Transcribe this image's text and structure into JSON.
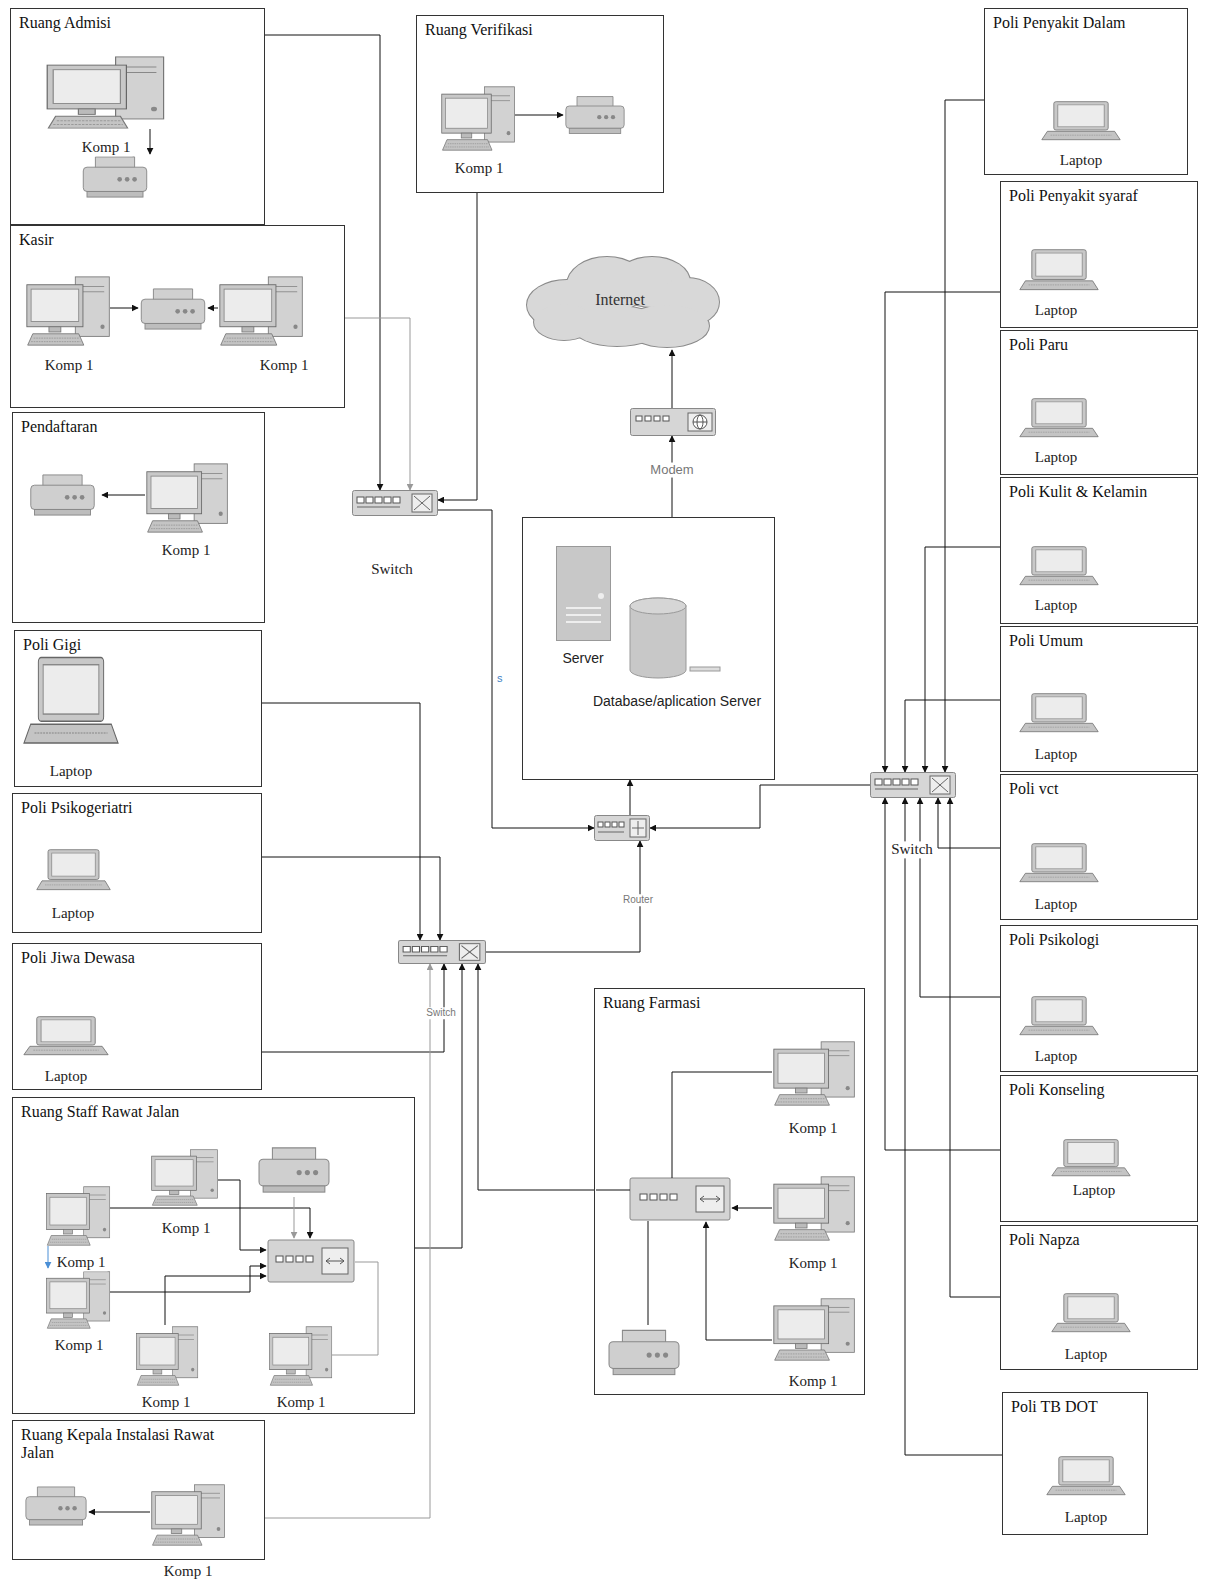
{
  "diagram": {
    "nodes": [
      {
        "text": [
          "Ruang Admisi"
        ]
      },
      {
        "text": [
          "Komp 1"
        ],
        "in": 0
      },
      {
        "text": [
          "Kasir"
        ]
      },
      {
        "text": [
          "Komp 1"
        ],
        "in": 2
      },
      {
        "text": [
          "Komp 1"
        ],
        "in": 2
      },
      {
        "text": [
          "Pendaftaran"
        ]
      },
      {
        "text": [
          "Komp 1"
        ],
        "in": 5
      },
      {
        "text": [
          "Poli Gigi"
        ]
      },
      {
        "text": [
          "Laptop"
        ],
        "in": 7
      },
      {
        "text": [
          "Poli Psikogeriatri"
        ]
      },
      {
        "text": [
          "Laptop"
        ],
        "in": 9
      },
      {
        "text": [
          "Poli Jiwa Dewasa"
        ]
      },
      {
        "text": [
          "Laptop"
        ],
        "in": 11
      },
      {
        "text": [
          "Ruang Staff Rawat Jalan"
        ]
      },
      {
        "text": [
          "Komp 1"
        ],
        "in": 13
      },
      {
        "text": [
          "Komp 1"
        ],
        "in": 13
      },
      {
        "text": [
          "Komp 1"
        ],
        "in": 13
      },
      {
        "text": [
          "Komp 1"
        ],
        "in": 13
      },
      {
        "text": [
          "Komp 1"
        ],
        "in": 13
      },
      {
        "text": [
          "Ruang Kepala Instalasi Rawat Jalan"
        ]
      },
      {
        "text": [
          "Komp 1"
        ],
        "in": 19
      },
      {
        "text": [
          "Ruang Verifikasi"
        ]
      },
      {
        "text": [
          "Komp 1"
        ],
        "in": 21
      },
      {
        "text": [
          "Internet"
        ]
      },
      {
        "text": [
          "Modem"
        ]
      },
      {
        "text": [
          "Switch"
        ]
      },
      {
        "text": [
          "Database/aplication Server"
        ]
      },
      {
        "text": [
          "Server"
        ],
        "in": 26
      },
      {
        "text": [
          "Router"
        ]
      },
      {
        "text": [
          "Switch"
        ]
      },
      {
        "text": [
          "Ruang Farmasi"
        ]
      },
      {
        "text": [
          "Komp 1"
        ],
        "in": 30
      },
      {
        "text": [
          "Komp 1"
        ],
        "in": 30
      },
      {
        "text": [
          "Komp 1"
        ],
        "in": 30
      },
      {
        "text": [
          "Poli Penyakit Dalam"
        ]
      },
      {
        "text": [
          "Laptop"
        ],
        "in": 34
      },
      {
        "text": [
          "Poli Penyakit syaraf"
        ]
      },
      {
        "text": [
          "Laptop"
        ],
        "in": 36
      },
      {
        "text": [
          "Poli Paru"
        ]
      },
      {
        "text": [
          "Laptop"
        ],
        "in": 38
      },
      {
        "text": [
          "Poli Kulit & Kelamin"
        ]
      },
      {
        "text": [
          "Laptop"
        ],
        "in": 40
      },
      {
        "text": [
          "Poli Umum"
        ]
      },
      {
        "text": [
          "Laptop"
        ],
        "in": 42
      },
      {
        "text": [
          "Poli vct"
        ]
      },
      {
        "text": [
          "Laptop"
        ],
        "in": 44
      },
      {
        "text": [
          "Poli Psikologi"
        ]
      },
      {
        "text": [
          "Laptop"
        ],
        "in": 46
      },
      {
        "text": [
          "Poli Konseling"
        ]
      },
      {
        "text": [
          "Laptop"
        ],
        "in": 48
      },
      {
        "text": [
          "Poli Napza"
        ]
      },
      {
        "text": [
          "Laptop"
        ],
        "in": 50
      },
      {
        "text": [
          "Poli TB DOT"
        ]
      },
      {
        "text": [
          "Laptop"
        ],
        "in": 52
      },
      {
        "text": [
          "Switch"
        ]
      }
    ],
    "edges": [
      {
        "from": 0,
        "to": 25,
        "arrow": "to"
      },
      {
        "from": 2,
        "to": 25,
        "arrow": "to"
      },
      {
        "from": 21,
        "to": 25,
        "arrow": "to"
      },
      {
        "from": 25,
        "to": 28,
        "arrow": "to"
      },
      {
        "from": 7,
        "to": 29,
        "arrow": "to"
      },
      {
        "from": 9,
        "to": 29,
        "arrow": "to"
      },
      {
        "from": 11,
        "to": 29,
        "arrow": "to"
      },
      {
        "from": 13,
        "to": 29,
        "arrow": "to"
      },
      {
        "from": 19,
        "to": 29,
        "arrow": "to"
      },
      {
        "from": 30,
        "to": 29,
        "arrow": "to"
      },
      {
        "from": 29,
        "to": 28,
        "arrow": "to"
      },
      {
        "from": 54,
        "to": 28,
        "arrow": "to"
      },
      {
        "from": 28,
        "to": 26,
        "arrow": "to"
      },
      {
        "from": 26,
        "to": 24,
        "arrow": "to"
      },
      {
        "from": 24,
        "to": 23,
        "arrow": "to"
      },
      {
        "from": 34,
        "to": 54,
        "arrow": "to"
      },
      {
        "from": 36,
        "to": 54,
        "arrow": "to"
      },
      {
        "from": 40,
        "to": 54,
        "arrow": "to"
      },
      {
        "from": 42,
        "to": 54,
        "arrow": "to"
      },
      {
        "from": 44,
        "to": 54,
        "arrow": "to"
      },
      {
        "from": 46,
        "to": 54,
        "arrow": "to"
      },
      {
        "from": 48,
        "to": 54,
        "arrow": "to"
      },
      {
        "from": 50,
        "to": 54,
        "arrow": "to"
      },
      {
        "from": 52,
        "to": 54,
        "arrow": "to"
      }
    ],
    "labels": [
      "s"
    ]
  }
}
